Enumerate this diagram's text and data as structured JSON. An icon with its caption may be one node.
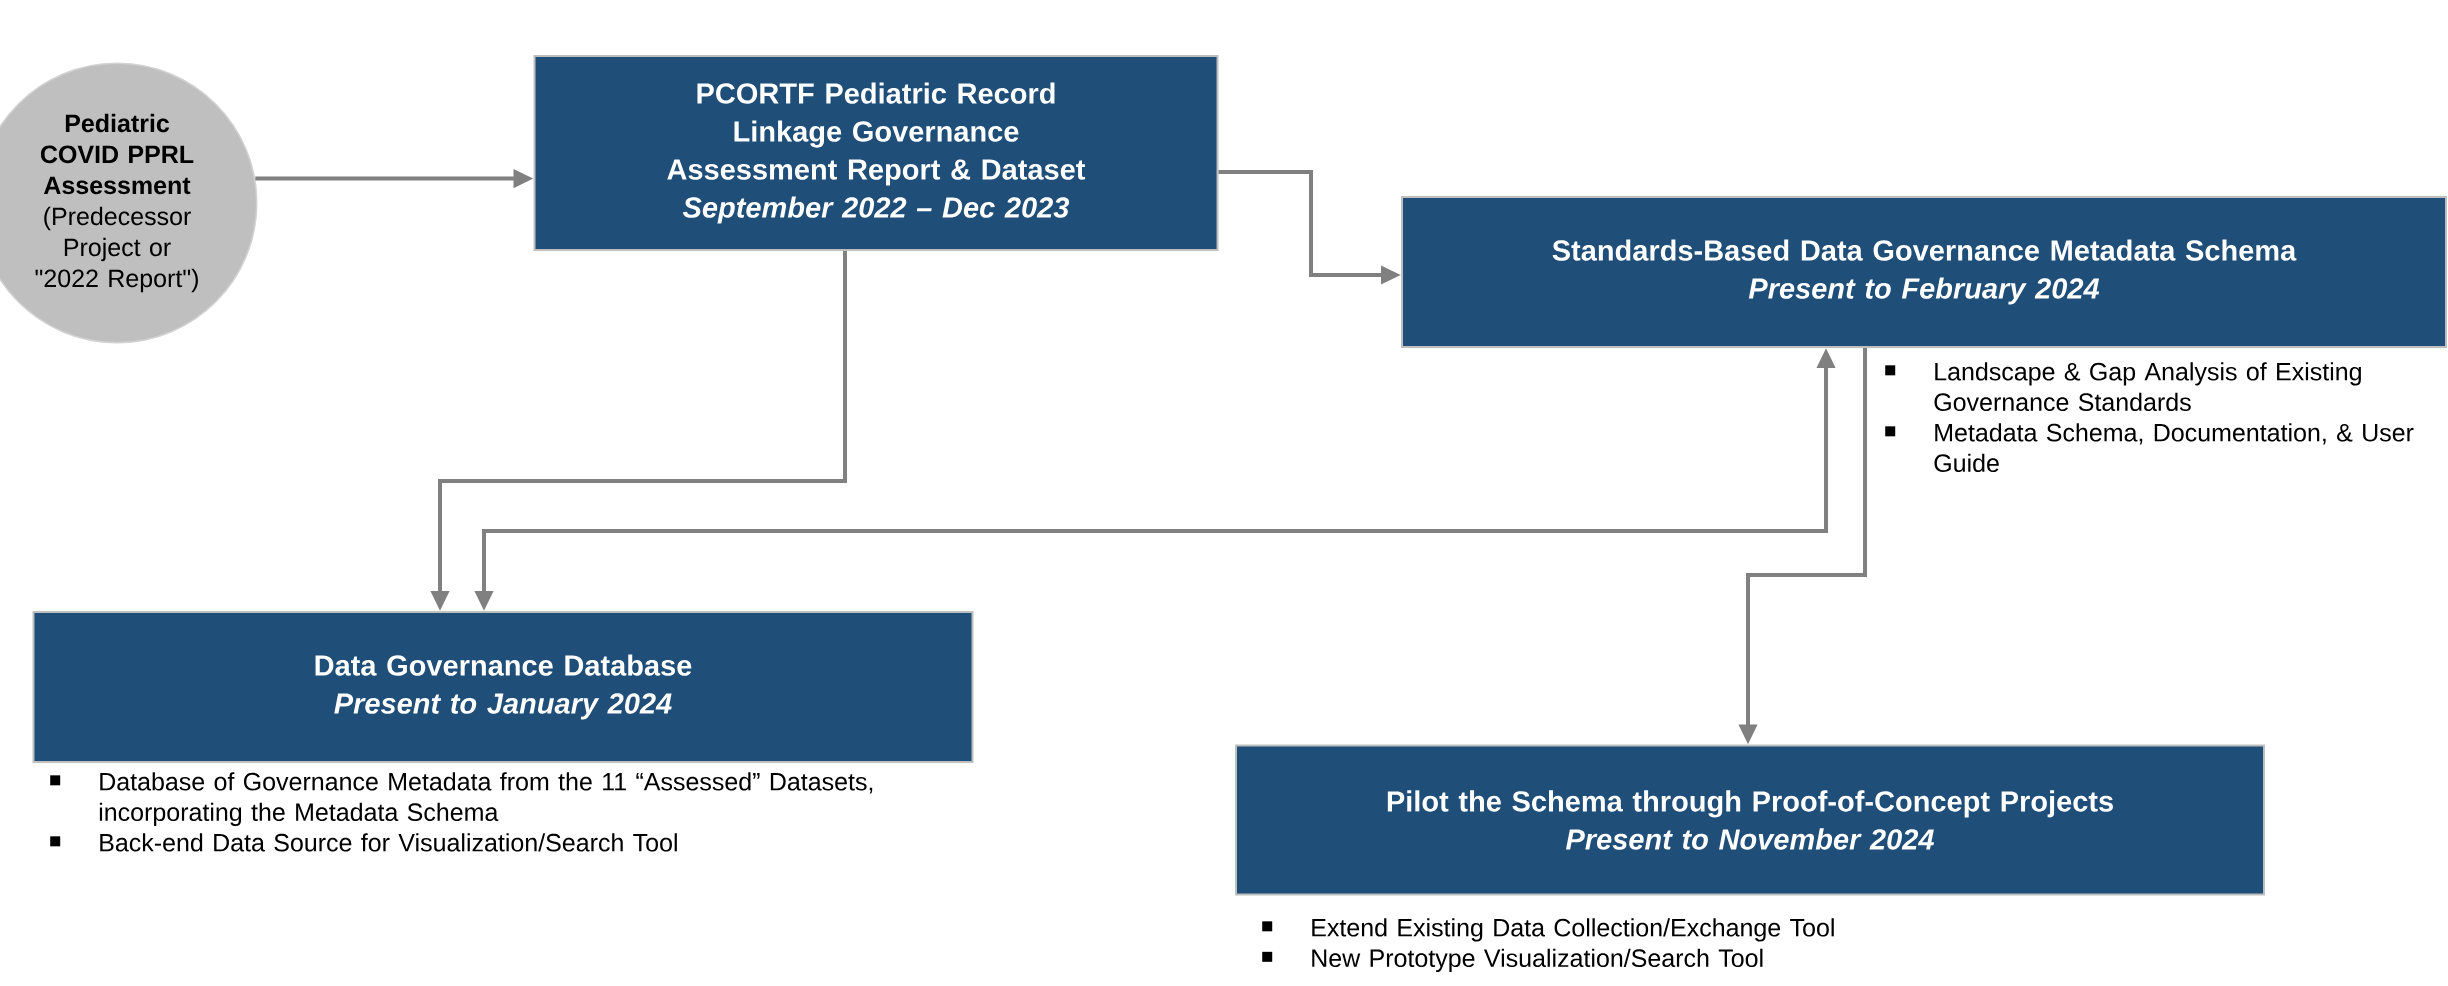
{
  "diagram": {
    "nodes": [
      {
        "text": [
          "Pediatric COVID PPRL Assessment",
          "(Predecessor Project or \"2022 Report\")"
        ]
      },
      {
        "text": [
          "PCORTF Pediatric Record Linkage Governance Assessment Report & Dataset",
          "September 2022 – Dec 2023"
        ]
      },
      {
        "text": [
          "Standards-Based Data Governance Metadata Schema",
          "Present to February 2024"
        ],
        "beside": [
          "Landscape & Gap Analysis of Existing Governance Standards",
          "Metadata Schema, Documentation, & User Guide"
        ]
      },
      {
        "text": [
          "Data Governance Database",
          "Present to January 2024"
        ],
        "beside": [
          "Database of Governance Metadata from the 11 “Assessed” Datasets, incorporating the Metadata Schema",
          "Back-end Data Source for Visualization/Search Tool"
        ]
      },
      {
        "text": [
          "Pilot the Schema through Proof-of-Concept Projects",
          "Present to November 2024"
        ],
        "beside": [
          "Extend Existing Data Collection/Exchange Tool",
          "New Prototype Visualization/Search Tool"
        ]
      }
    ],
    "edges": [
      {
        "from": 0,
        "to": 1,
        "arrow": "to"
      },
      {
        "from": 1,
        "to": 2,
        "arrow": "to"
      },
      {
        "from": 1,
        "to": 3,
        "arrow": "to"
      },
      {
        "from": 3,
        "to": 2,
        "arrow": "both"
      },
      {
        "from": 2,
        "to": 4,
        "arrow": "to"
      }
    ]
  }
}
